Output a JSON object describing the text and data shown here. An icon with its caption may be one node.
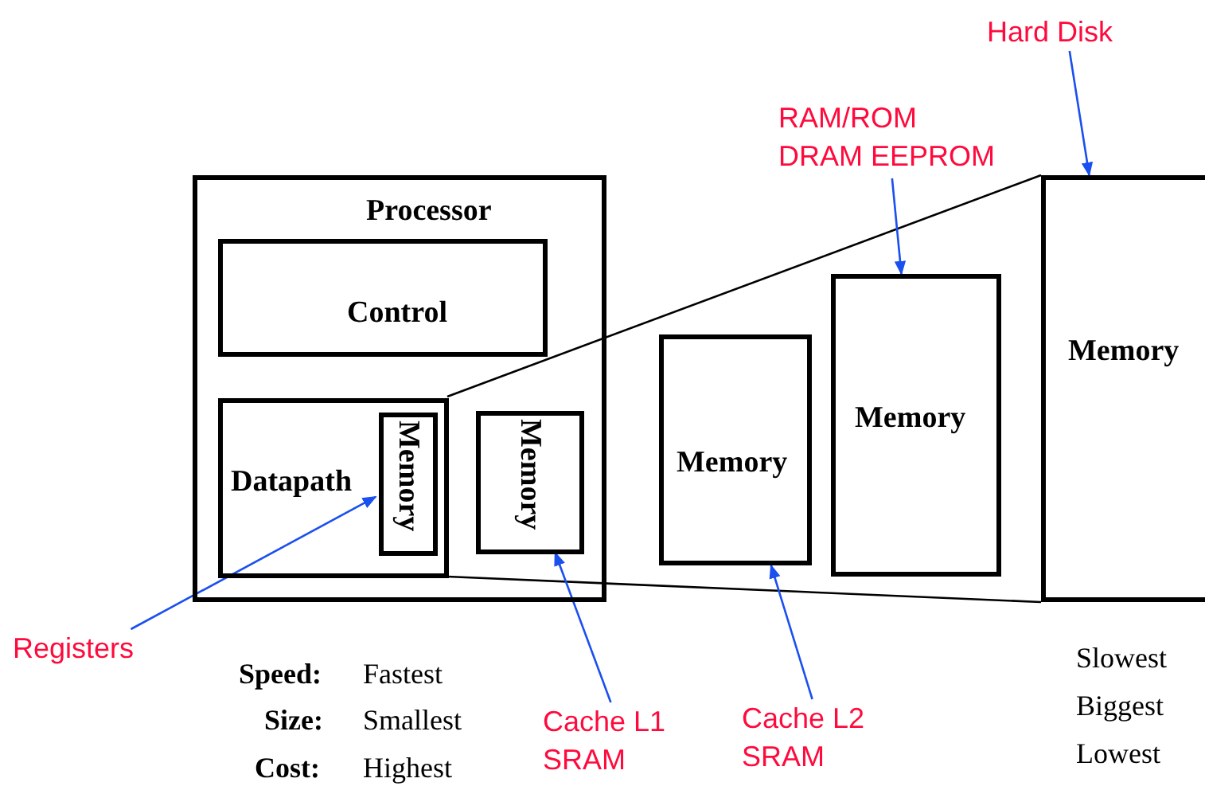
{
  "diagram": {
    "nodes": [
      {
        "text": [
          "Processor"
        ]
      },
      {
        "text": [
          "Control"
        ],
        "in": 0
      },
      {
        "text": [
          "Datapath"
        ],
        "in": 0
      },
      {
        "text": [
          "Memory"
        ],
        "in": 2
      },
      {
        "text": [
          "Memory"
        ],
        "in": 0
      },
      {
        "text": [
          "Memory"
        ]
      },
      {
        "text": [
          "Memory"
        ]
      },
      {
        "text": [
          "Memory"
        ]
      },
      {
        "text": [
          "Registers"
        ]
      },
      {
        "text": [
          "Cache L1 SRAM"
        ]
      },
      {
        "text": [
          "Cache L2 SRAM"
        ]
      },
      {
        "text": [
          "RAM/ROM DRAM EEPROM"
        ]
      },
      {
        "text": [
          "Hard Disk"
        ]
      }
    ],
    "edges": [
      {
        "from": 2,
        "to": 7,
        "arrow": "none",
        "color": "#000000"
      },
      {
        "from": 2,
        "to": 7,
        "arrow": "none",
        "color": "#000000"
      },
      {
        "from": 8,
        "to": 3,
        "arrow": "to"
      },
      {
        "from": 9,
        "to": 4,
        "arrow": "to"
      },
      {
        "from": 10,
        "to": 5,
        "arrow": "to"
      },
      {
        "from": 11,
        "to": 6,
        "arrow": "to"
      },
      {
        "from": 12,
        "to": 7,
        "arrow": "to"
      }
    ],
    "labels": [
      "Slowest",
      "Speed:",
      "Fastest",
      "Size:",
      "Smallest",
      "Biggest",
      "Cost:",
      "Highest",
      "Lowest"
    ]
  }
}
